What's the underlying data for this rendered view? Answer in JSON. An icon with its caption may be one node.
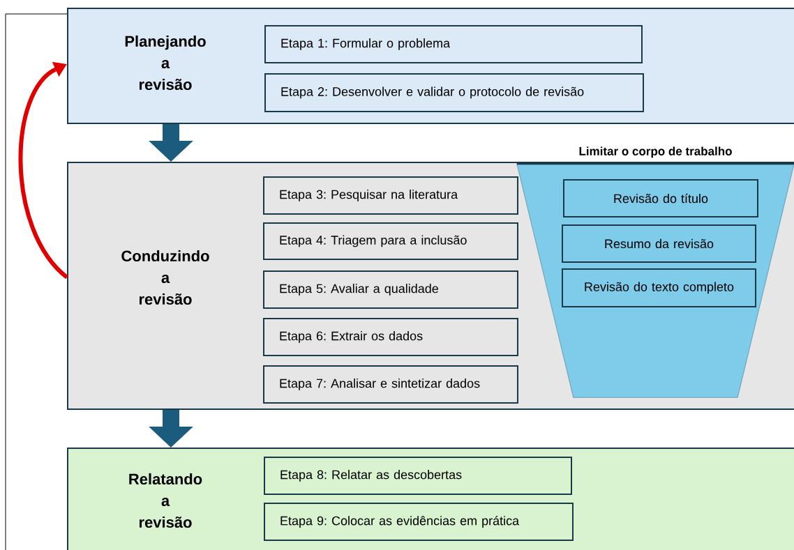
{
  "diagram": {
    "nodes": [
      {
        "text": [
          "Planejando a revisão"
        ]
      },
      {
        "text": [
          "Etapa 1: Formular o problema"
        ],
        "in": 0
      },
      {
        "text": [
          "Etapa 2: Desenvolver e validar o protocolo de revisão"
        ],
        "in": 0
      },
      {
        "text": [
          "Conduzindo a revisão"
        ]
      },
      {
        "text": [
          "Etapa 3: Pesquisar na literatura"
        ],
        "in": 3
      },
      {
        "text": [
          "Etapa 4: Triagem para a inclusão"
        ],
        "in": 3
      },
      {
        "text": [
          "Etapa 5: Avaliar a qualidade"
        ],
        "in": 3
      },
      {
        "text": [
          "Etapa 6: Extrair os dados"
        ],
        "in": 3
      },
      {
        "text": [
          "Etapa 7: Analisar e sintetizar dados"
        ],
        "in": 3
      },
      {
        "text": [
          "Limitar o corpo de trabalho"
        ],
        "in": 3
      },
      {
        "text": [
          "Revisão do título"
        ],
        "in": 9
      },
      {
        "text": [
          "Resumo da revisão"
        ],
        "in": 9
      },
      {
        "text": [
          "Revisão do texto completo"
        ],
        "in": 9
      },
      {
        "text": [
          "Relatando a revisão"
        ]
      },
      {
        "text": [
          "Etapa 8: Relatar as descobertas"
        ],
        "in": 13
      },
      {
        "text": [
          "Etapa 9: Colocar as evidências em prática"
        ],
        "in": 13
      }
    ],
    "edges": [
      {
        "from": 0,
        "to": 3,
        "arrow": "to"
      },
      {
        "from": 3,
        "to": 13,
        "arrow": "to"
      },
      {
        "from": 3,
        "to": 0,
        "arrow": "to",
        "color": "#e00000"
      }
    ]
  }
}
